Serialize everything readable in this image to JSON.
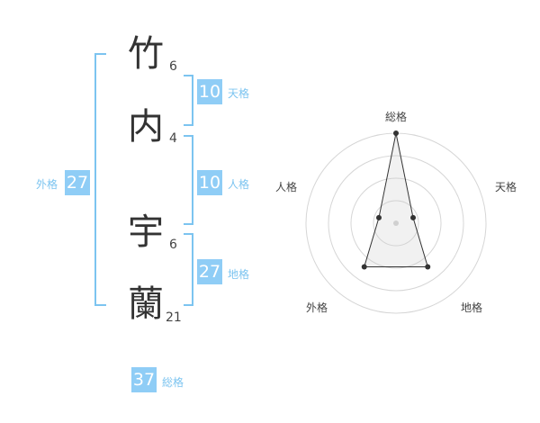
{
  "name": {
    "chars": [
      {
        "char": "竹",
        "strokes": "6"
      },
      {
        "char": "内",
        "strokes": "4"
      },
      {
        "char": "宇",
        "strokes": "6"
      },
      {
        "char": "蘭",
        "strokes": "21"
      }
    ]
  },
  "fortune": {
    "tenkaku": {
      "value": "10",
      "label": "天格"
    },
    "jinkaku": {
      "value": "10",
      "label": "人格"
    },
    "chikaku": {
      "value": "27",
      "label": "地格"
    },
    "gaikaku": {
      "value": "27",
      "label": "外格"
    },
    "soukaku": {
      "value": "37",
      "label": "総格"
    }
  },
  "radar": {
    "labels": {
      "top": "総格",
      "right": "天格",
      "bottom_right": "地格",
      "bottom_left": "外格",
      "left": "人格"
    },
    "levels": {
      "soukaku": 1.0,
      "tenkaku": 0.2,
      "chikaku": 0.6,
      "gaikaku": 0.6,
      "jinkaku": 0.2
    },
    "accent": "#8fcdf6"
  }
}
